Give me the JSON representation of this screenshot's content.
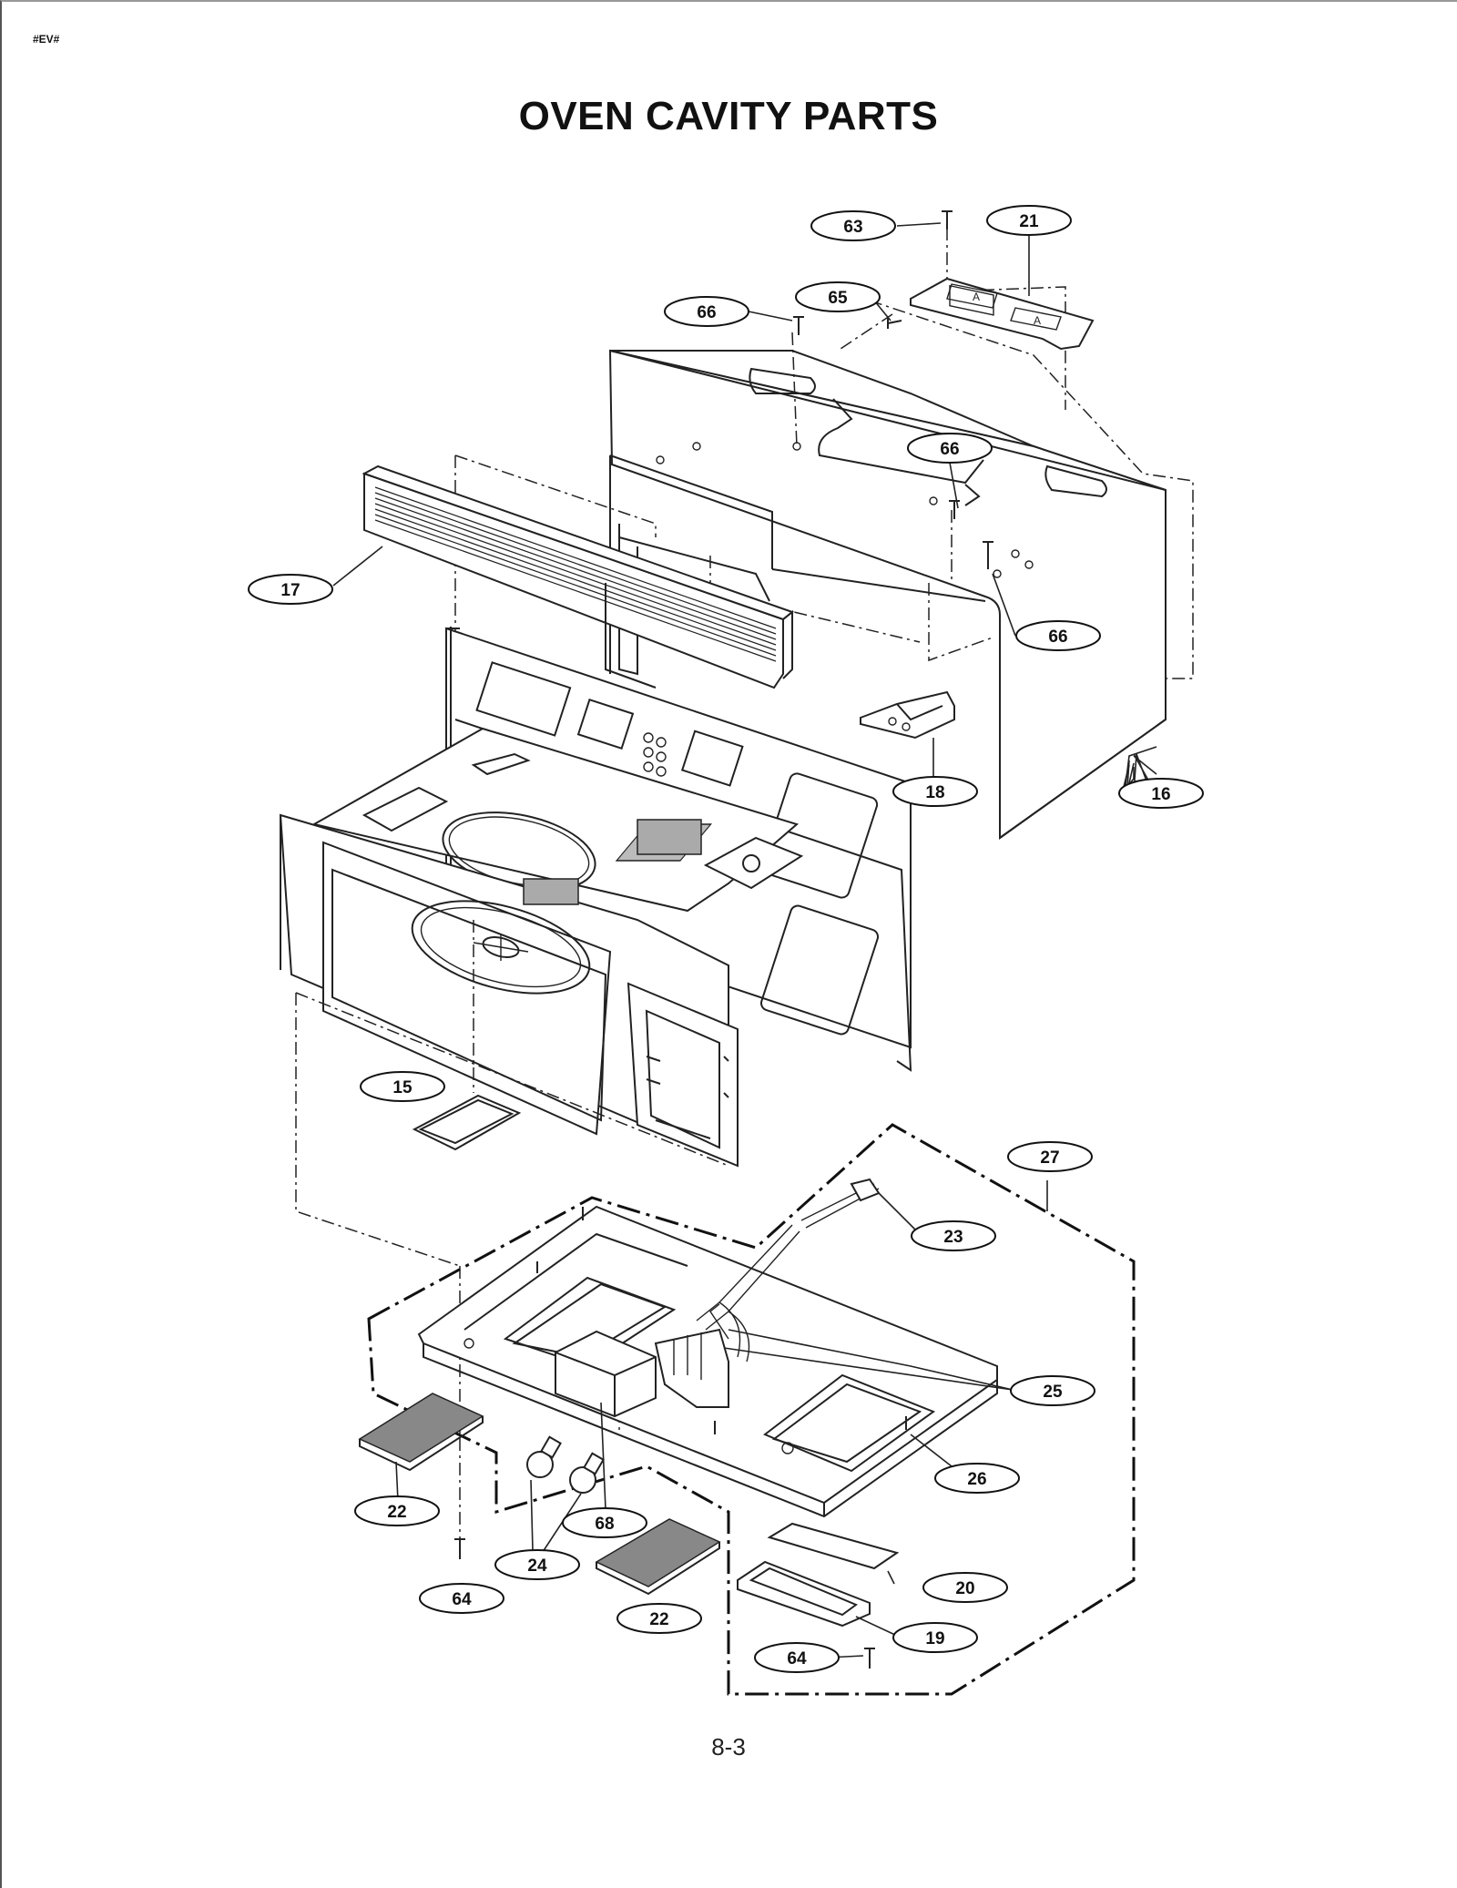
{
  "header": {
    "doc_tag": "#EV#",
    "title": "OVEN CAVITY PARTS"
  },
  "footer": {
    "page_number": "8-3"
  },
  "callouts": [
    "63",
    "21",
    "65",
    "66",
    "66",
    "66",
    "17",
    "16",
    "18",
    "15",
    "27",
    "23",
    "25",
    "26",
    "22",
    "68",
    "24",
    "64",
    "22",
    "20",
    "19",
    "64"
  ]
}
